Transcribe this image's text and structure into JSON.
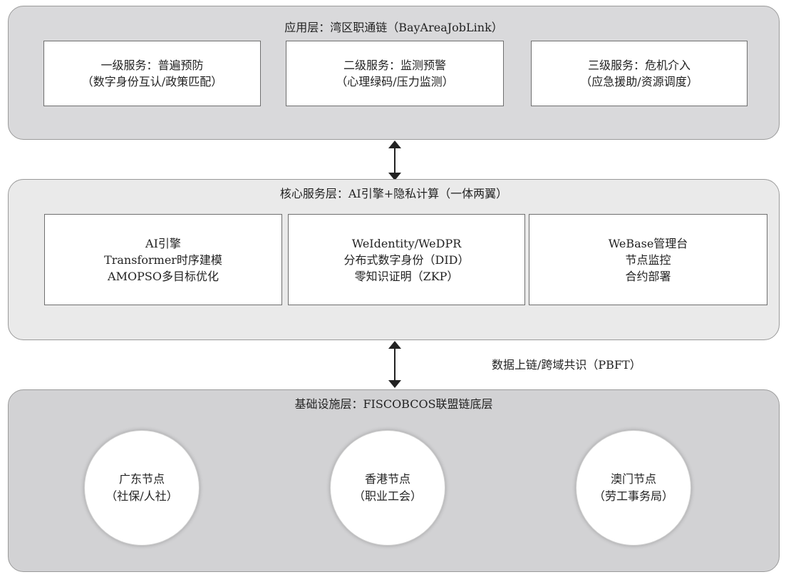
{
  "application_layer": {
    "title": "应用层：湾区职通链（BayAreaJobLink）",
    "boxes": [
      {
        "line1": "一级服务：普遍预防",
        "line2": "（数字身份互认/政策匹配）"
      },
      {
        "line1": "二级服务：监测预警",
        "line2": "（心理绿码/压力监测）"
      },
      {
        "line1": "三级服务：危机介入",
        "line2": "（应急援助/资源调度）"
      }
    ]
  },
  "core_layer": {
    "title": "核心服务层：AI引擎+隐私计算（一体两翼）",
    "boxes": [
      {
        "line1": "AI引擎",
        "line2": "Transformer时序建模",
        "line3": "AMOPSO多目标优化"
      },
      {
        "line1": "WeIdentity/WeDPR",
        "line2": "分布式数字身份（DID）",
        "line3": "零知识证明（ZKP）"
      },
      {
        "line1": "WeBase管理台",
        "line2": "节点监控",
        "line3": "合约部署"
      }
    ]
  },
  "connector_label": "数据上链/跨域共识（PBFT）",
  "infra_layer": {
    "title": "基础设施层：FISCOBCOS联盟链底层",
    "nodes": [
      {
        "line1": "广东节点",
        "line2": "（社保/人社）"
      },
      {
        "line1": "香港节点",
        "line2": "（职业工会）"
      },
      {
        "line1": "澳门节点",
        "line2": "（劳工事务局）"
      }
    ]
  },
  "colors": {
    "application_fill": "#d9d9db",
    "core_fill": "#eaeaea",
    "infra_fill": "#d2d2d4",
    "arrow": "#222222"
  }
}
